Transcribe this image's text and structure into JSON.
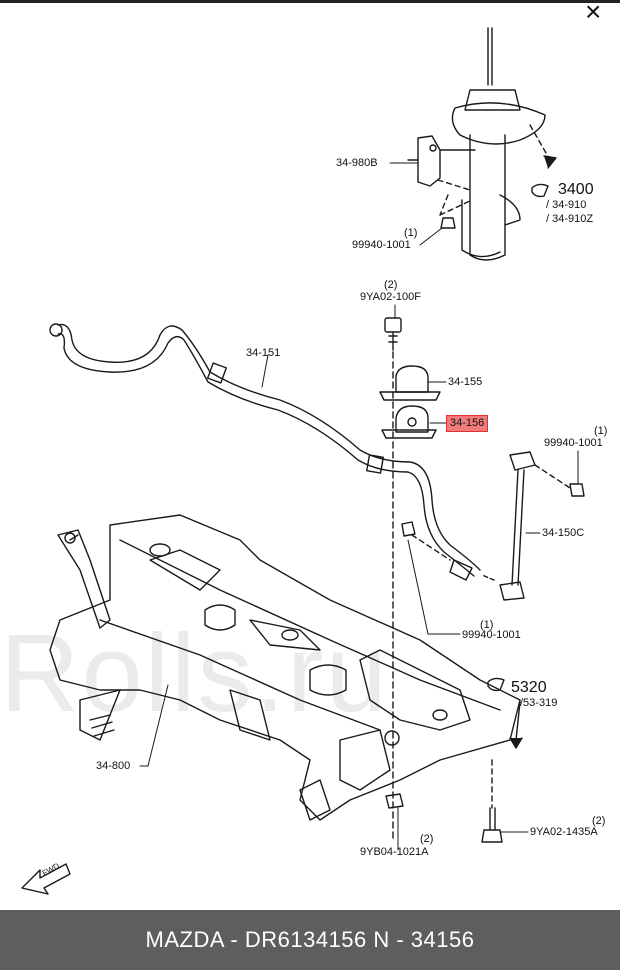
{
  "labels": {
    "strut_bracket": "34-980B",
    "strut_nut_qty": "(1)",
    "strut_nut": "99940-1001",
    "strut_ref": "3400",
    "strut_ref_sub1": "/ 34-910",
    "strut_ref_sub2": "/ 34-910Z",
    "bolt_top_qty": "(2)",
    "bolt_top": "9YA02-100F",
    "stabilizer": "34-151",
    "bracket": "34-155",
    "bushing": "34-156",
    "link_nut_qty": "(1)",
    "link_nut": "99940-1001",
    "link": "34-150C",
    "lower_nut_qty": "(1)",
    "lower_nut": "99940-1001",
    "frame_ref": "5320",
    "frame_ref_sub": "/53-319",
    "crossmember": "34-800",
    "bottom_bolt_qty": "(2)",
    "bottom_bolt": "9YA02-1435A",
    "bottom_nut_qty": "(2)",
    "bottom_nut": "9YB04-1021A",
    "fwd": "FWD"
  },
  "watermark": "Rolls.ru",
  "footer": {
    "text": "MAZDA - DR6134156     N - 34156"
  },
  "highlight_color": "#f07a7a",
  "footer_bg": "#5e5e5e"
}
